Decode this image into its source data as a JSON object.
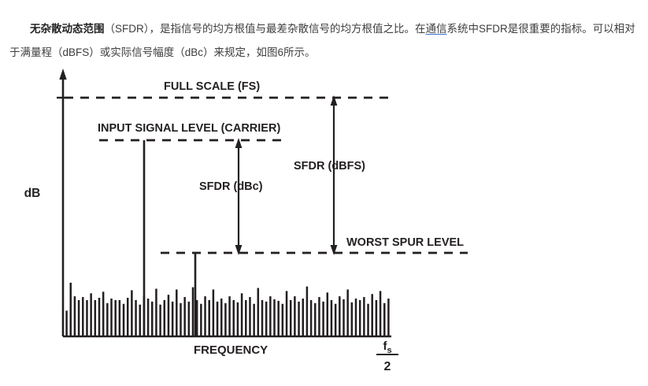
{
  "article": {
    "paragraph_lead": "无杂散动态范围",
    "paragraph_part1": "（SFDR），是指信号的均方根值与最差杂散信号的均方根值之比。在",
    "paragraph_link": "通信",
    "paragraph_part2": "系统中SFDR是很重要的指标。可以相对于满量程（dBFS）或实际信号幅度（dBc）来规定，如图6所示。",
    "link_color": "#3b6fd4",
    "text_color": "#3e3e3e"
  },
  "chart_data": {
    "type": "line",
    "title": "",
    "subtitle": "",
    "xlabel": "FREQUENCY",
    "ylabel": "dB",
    "x_axis_end_label_num": "f",
    "x_axis_end_label_sub": "s",
    "x_axis_end_label_den": "2",
    "grid": false,
    "legend_position": "none",
    "annotations": [
      {
        "name": "full-scale",
        "label": "FULL SCALE (FS)",
        "level_db": 0
      },
      {
        "name": "input-signal-level",
        "label": "INPUT SIGNAL LEVEL (CARRIER)",
        "level_db": -18
      },
      {
        "name": "worst-spur-level",
        "label": "WORST SPUR LEVEL",
        "level_db": -65
      },
      {
        "name": "sfdr-dbfs",
        "label": "SFDR (dBFS)",
        "span_db": 65
      },
      {
        "name": "sfdr-dbc",
        "label": "SFDR (dBc)",
        "span_db": 47
      }
    ],
    "carrier": {
      "x_norm": 0.247,
      "level_db": -18
    },
    "worst_spur": {
      "x_norm": 0.403,
      "level_db": -65
    },
    "ylim": [
      -100,
      5
    ],
    "xlim": [
      0,
      1
    ],
    "noise_floor": [
      34,
      71,
      53,
      48,
      52,
      48,
      57,
      48,
      51,
      59,
      44,
      50,
      48,
      48,
      43,
      51,
      61,
      48,
      42,
      54,
      50,
      46,
      63,
      42,
      48,
      55,
      46,
      62,
      44,
      52,
      46,
      65,
      48,
      43,
      53,
      48,
      62,
      46,
      50,
      44,
      53,
      48,
      45,
      57,
      48,
      52,
      43,
      64,
      48,
      46,
      53,
      49,
      47,
      43,
      60,
      48,
      53,
      46,
      50,
      66,
      48,
      44,
      52,
      46,
      58,
      48,
      43,
      53,
      49,
      62,
      45,
      50,
      48,
      52,
      43,
      56,
      48,
      60,
      44,
      50
    ],
    "stroke_color": "#231f20"
  },
  "figure_labels": {
    "full_scale": "FULL SCALE (FS)",
    "input_signal": "INPUT SIGNAL LEVEL (CARRIER)",
    "sfdr_dbfs": "SFDR (dBFS)",
    "sfdr_dbc": "SFDR (dBc)",
    "worst_spur": "WORST SPUR LEVEL",
    "frequency": "FREQUENCY",
    "db": "dB",
    "fs_num": "f",
    "fs_sub": "s",
    "fs_den": "2"
  }
}
